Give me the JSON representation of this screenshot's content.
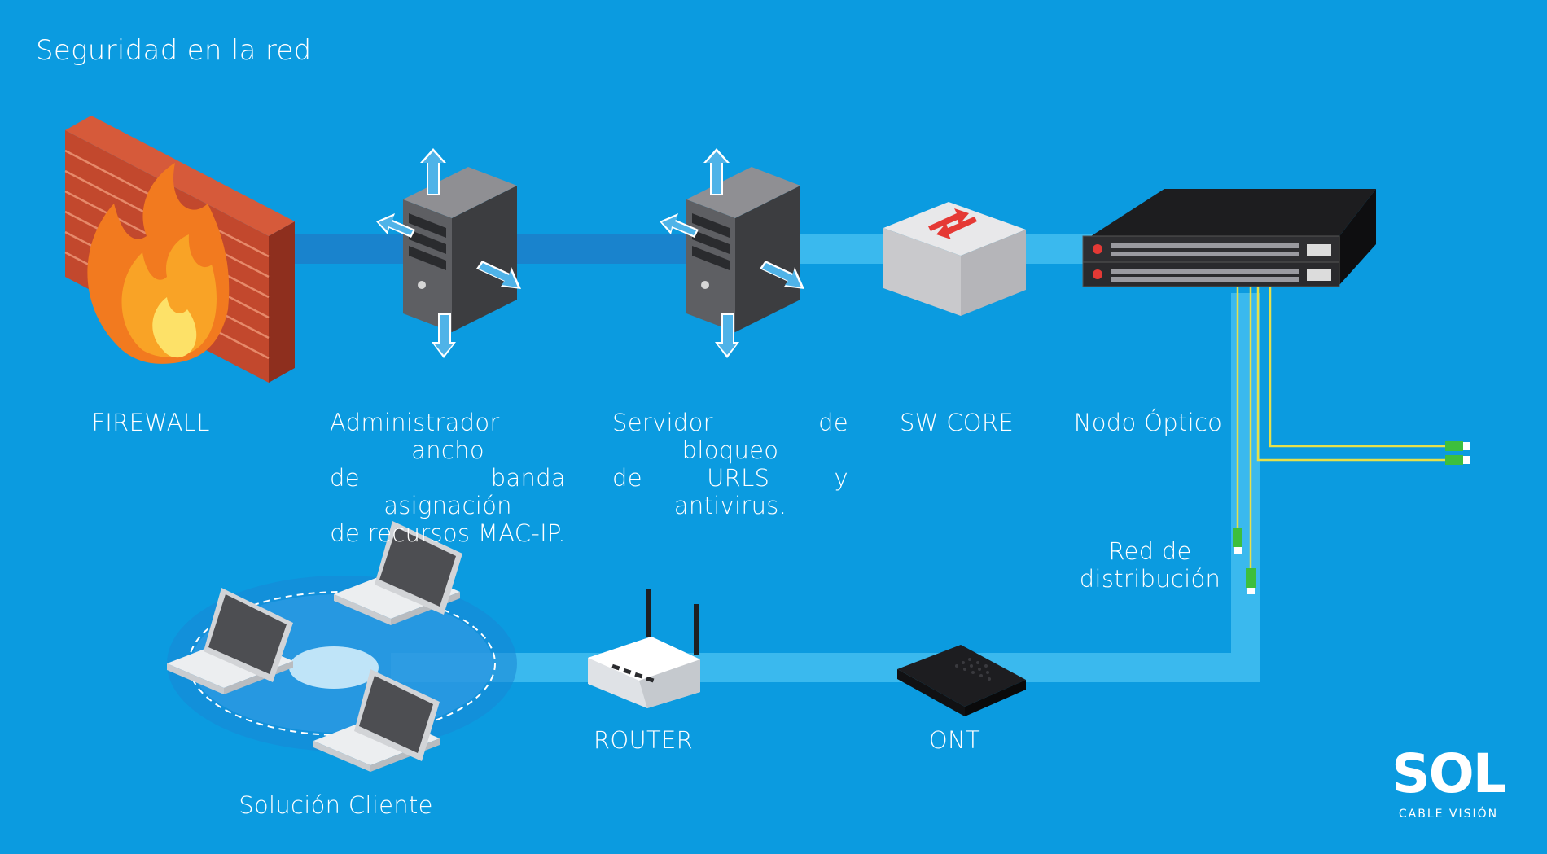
{
  "title": "Seguridad en la red",
  "nodes": {
    "firewall": "FIREWALL",
    "bandwidth_manager": [
      "Administrador ancho",
      "de banda asignación",
      "de recursos MAC-IP."
    ],
    "url_blocker": [
      "Servidor de bloqueo",
      "de URLS y antivirus."
    ],
    "sw_core": "SW CORE",
    "optical_node": "Nodo Óptico",
    "distribution": [
      "Red de",
      "distribución"
    ],
    "router": "ROUTER",
    "ont": "ONT",
    "client": "Solución Cliente"
  },
  "logo": {
    "brand": "SOL",
    "tagline": "CABLE VISIÓN"
  },
  "colors": {
    "background": "#0b9be0",
    "connector": "#3ab9ee",
    "fiber": "#e6e04a",
    "fiber_plug": "#3dbf3d"
  }
}
